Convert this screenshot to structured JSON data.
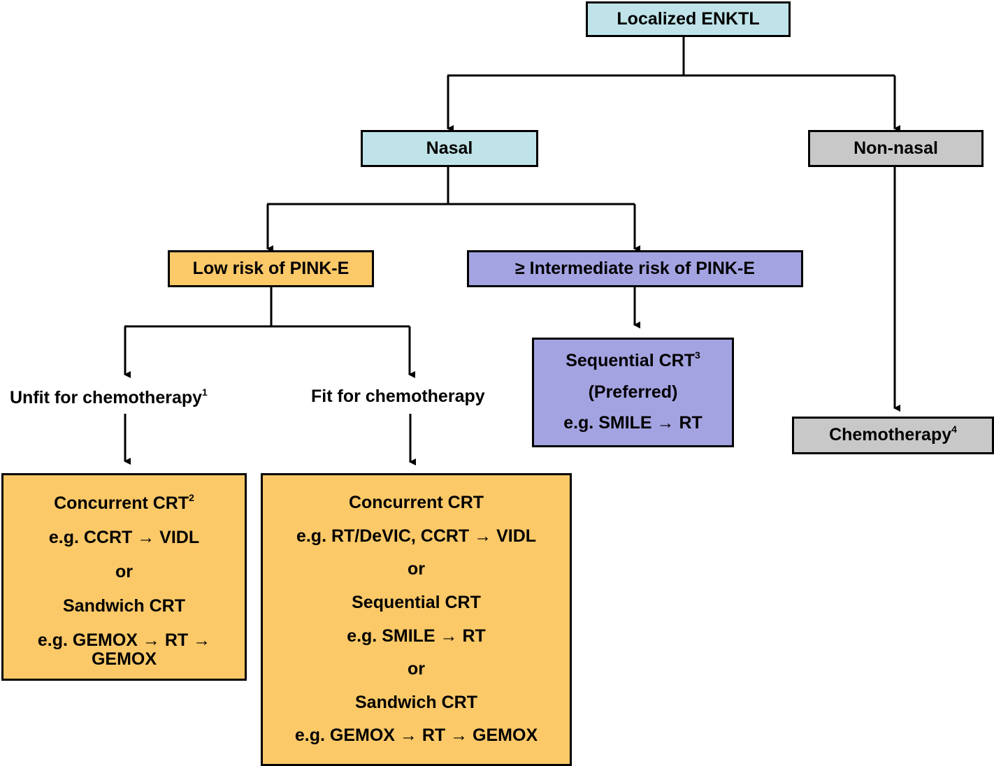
{
  "nodes": {
    "root": {
      "label": "Localized ENKTL",
      "fill": "#bfe3e8"
    },
    "nasal": {
      "label": "Nasal",
      "fill": "#bfe3e8"
    },
    "non_nasal": {
      "label": "Non-nasal",
      "fill": "#c8c8c8"
    },
    "low_risk": {
      "label": "Low risk of PINK-E",
      "fill": "#fcc968"
    },
    "intermediate_risk": {
      "label": "≥ Intermediate risk of PINK-E",
      "fill": "#a4a3e2"
    },
    "sequential": {
      "fill": "#a4a3e2",
      "line1": "Sequential CRT",
      "line1_sup": "3",
      "line2": "(Preferred)",
      "line3": "e.g. SMILE → RT"
    },
    "chemotherapy": {
      "label": "Chemotherapy",
      "sup": "4",
      "fill": "#c8c8c8"
    },
    "unfit_label": {
      "text": "Unfit for chemotherapy",
      "sup": "1"
    },
    "fit_label": {
      "text": "Fit for chemotherapy"
    },
    "unfit_box": {
      "fill": "#fcc968",
      "line1": "Concurrent CRT",
      "line1_sup": "2",
      "line2": "e.g. CCRT → VIDL",
      "line3": "or",
      "line4": "Sandwich CRT",
      "line5": "e.g. GEMOX → RT →",
      "line6": "GEMOX"
    },
    "fit_box": {
      "fill": "#fcc968",
      "line1": "Concurrent CRT",
      "line2": "e.g. RT/DeVIC, CCRT → VIDL",
      "line3": "or",
      "line4": "Sequential CRT",
      "line5": "e.g. SMILE → RT",
      "line6": "or",
      "line7": "Sandwich CRT",
      "line8": "e.g. GEMOX → RT → GEMOX"
    }
  }
}
